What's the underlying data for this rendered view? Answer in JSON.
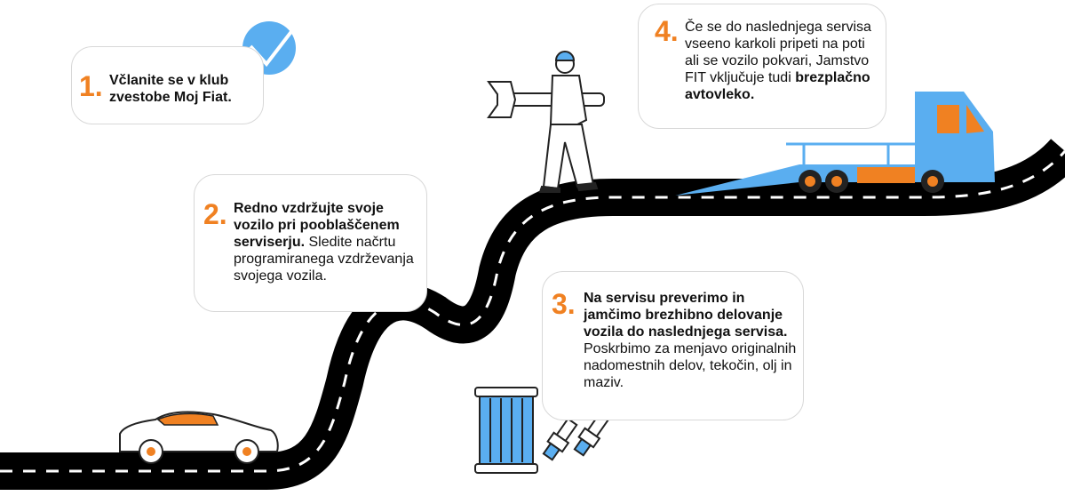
{
  "colors": {
    "accent": "#f08122",
    "blue": "#5aaef0",
    "road": "#000000"
  },
  "steps": [
    {
      "number": "1.",
      "bold": "Včlanite se v klub zvestobe Moj Fiat.",
      "rest": ""
    },
    {
      "number": "2.",
      "bold": "Redno vzdržujte svoje vozilo pri  pooblaščenem serviserju.",
      "rest": " Sledite načrtu programiranega vzdrževanja svojega vozila."
    },
    {
      "number": "3.",
      "bold": "Na servisu preverimo in jamčimo brezhibno delovanje vozila do naslednjega servisa.",
      "rest": " Poskrbimo za menjavo originalnih nadomestnih delov, tekočin, olj in maziv."
    },
    {
      "number": "4.",
      "pre": "Če se do naslednjega servisa vseeno karkoli pripeti na poti ali se vozilo pokvari, Jamstvo FIT vključuje tudi ",
      "bold": "brezplačno avtovleko."
    }
  ],
  "icons": [
    "checkmark-icon",
    "car-icon",
    "mechanic-wrench-icon",
    "tow-truck-icon",
    "oil-filter-icon",
    "spark-plug-icon"
  ]
}
